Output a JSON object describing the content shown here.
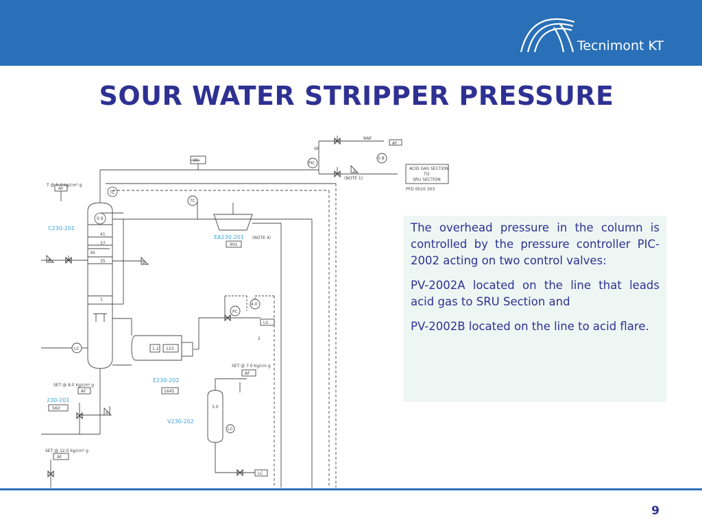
{
  "header": {
    "logo_text": "Tecnimont KT"
  },
  "title": "SOUR WATER STRIPPER PRESSURE",
  "page_number": "9",
  "note": {
    "p1": "The overhead pressure in the column is controlled by the pressure controller PIC-2002 acting on two control valves:",
    "p2": "PV-2002A located on the line that leads acid gas to SRU Section and",
    "p3": "PV-2002B located on the line to acid flare."
  },
  "diagram": {
    "set_top": "T @ 5.0 kg/cm² g",
    "af": "AF",
    "bs": "BS",
    "sr": "SR",
    "pic": "PIC",
    "nnf": "NNF",
    "af_flare": "AF",
    "note1": "(NOTE 1)",
    "note_num": "1",
    "dp": "0.8",
    "acid_gas_1": "ACID GAS SECTION",
    "acid_gas_2": "TO",
    "acid_gas_3": "SRU SECTION",
    "pfd": "PFD 0010 303",
    "tc1": "TC",
    "tc2": "TC",
    "top_p": "0.9",
    "c230": "C230-201",
    "tray41": "41",
    "tray37": "37",
    "tray36": "36",
    "tray35": "35",
    "tray1": "1",
    "tri_a": "A",
    "tri_b": "B",
    "tri_9": "9",
    "ea230": "EA230-201",
    "note4": "(NOTE 4)",
    "ea_duty": "901",
    "pc": "PC",
    "p40": "4.0",
    "ls": "LS",
    "lc_col": "LC",
    "t12": "1.2",
    "t123": "123",
    "e230": "E230-202",
    "e_duty": "1645",
    "set_70": "SET @ 7.0 kg/cm g",
    "af2": "AF",
    "v_p": "3.0",
    "v230": "V230-202",
    "lc_v": "LC",
    "lc_bot": "LC",
    "set_80": "SET @ 8.0 kg/cm² g",
    "af3": "AF",
    "left_tag": "230-201",
    "left_duty": "560",
    "set_120": "SET @ 12.0 kg/cm² g",
    "af4": "AF",
    "small_2": "2"
  }
}
